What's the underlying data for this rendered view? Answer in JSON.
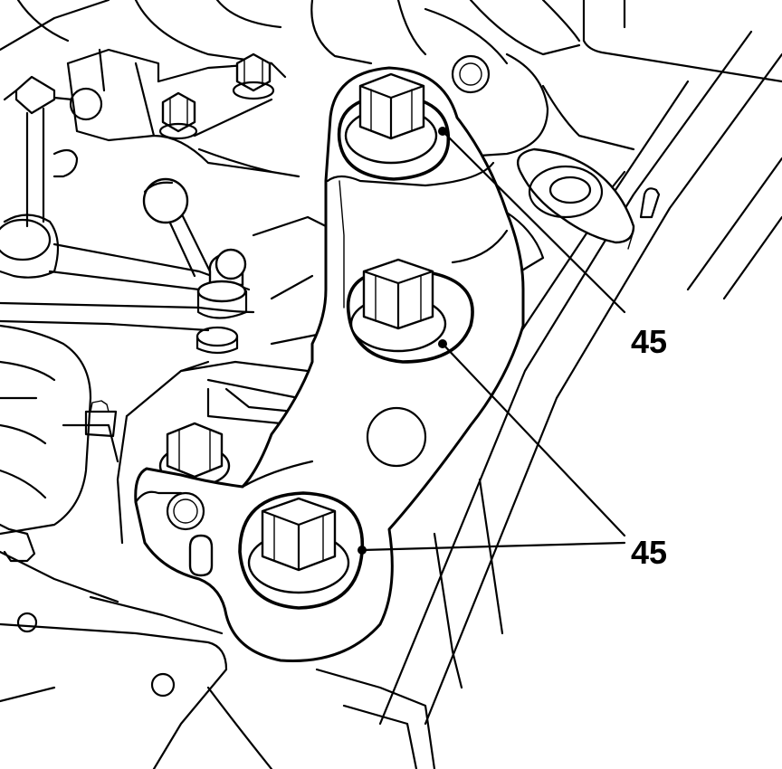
{
  "callouts": [
    {
      "id": "upper",
      "text": "45"
    },
    {
      "id": "lower",
      "text": "45"
    }
  ],
  "colors": {
    "ink": "#000000",
    "paper": "#ffffff"
  }
}
